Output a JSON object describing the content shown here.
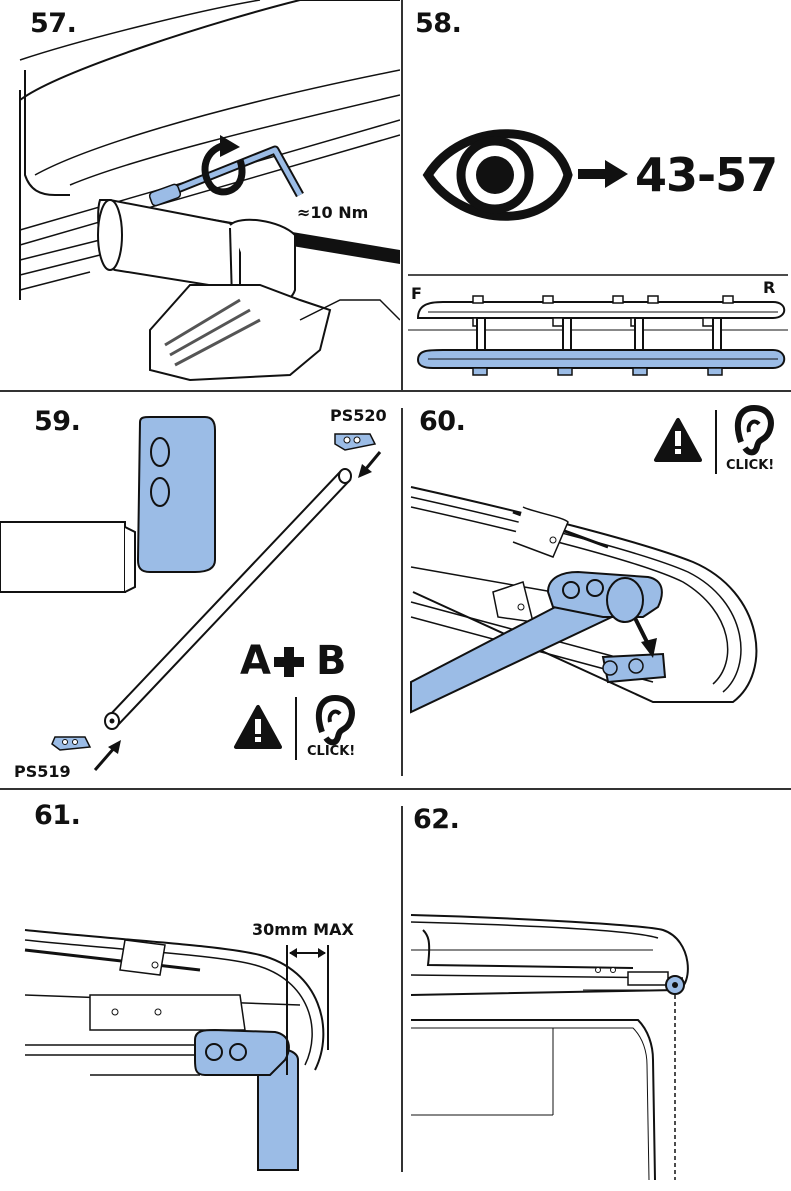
{
  "steps": [
    {
      "number": "57.",
      "torque": "≈10 Nm"
    },
    {
      "number": "58.",
      "range": "43-57",
      "front_label": "F",
      "rear_label": "R"
    },
    {
      "number": "59.",
      "part_top": "PS520",
      "part_bottom": "PS519",
      "combine_a": "A",
      "combine_b": "B",
      "click": "CLICK!"
    },
    {
      "number": "60.",
      "click": "CLICK!"
    },
    {
      "number": "61.",
      "max_label": "30mm MAX"
    },
    {
      "number": "62."
    }
  ],
  "colors": {
    "highlight": "#9bbce6",
    "line": "#111111",
    "divider": "#333333"
  },
  "icons": [
    "hex-key-icon",
    "rotate-arrow-icon",
    "eye-icon",
    "arrow-right-icon",
    "warning-icon",
    "ear-icon",
    "arrow-down-icon",
    "plus-icon"
  ]
}
